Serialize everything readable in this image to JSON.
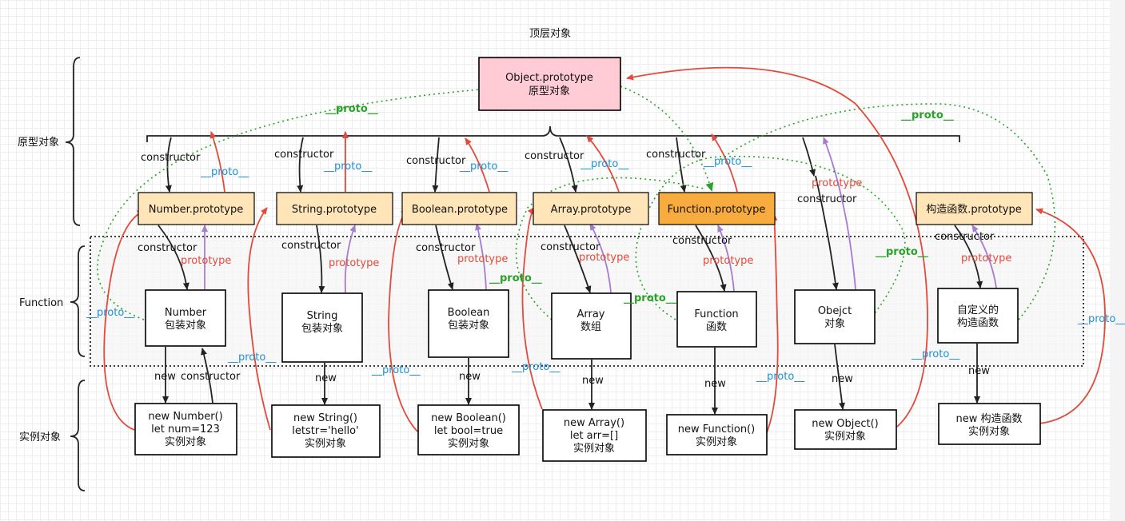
{
  "title": "顶层对象",
  "sections": {
    "prototype": "原型对象",
    "function": "Function",
    "instance": "实例对象"
  },
  "top": {
    "line1": "Object.prototype",
    "line2": "原型对象"
  },
  "prototypes": {
    "number": "Number.prototype",
    "string": "String.prototype",
    "boolean": "Boolean.prototype",
    "array": "Array.prototype",
    "function": "Function.prototype",
    "custom": "构造函数.prototype"
  },
  "functions": {
    "number": {
      "line1": "Number",
      "line2": "包装对象"
    },
    "string": {
      "line1": "String",
      "line2": "包装对象"
    },
    "boolean": {
      "line1": "Boolean",
      "line2": "包装对象"
    },
    "array": {
      "line1": "Array",
      "line2": "数组"
    },
    "function": {
      "line1": "Function",
      "line2": "函数"
    },
    "object": {
      "line1": "Obejct",
      "line2": "对象"
    },
    "custom": {
      "line1": "自定义的",
      "line2": "构造函数"
    }
  },
  "instances": {
    "number": {
      "line1": "new Number()",
      "line2": "let num=123",
      "line3": "实例对象"
    },
    "string": {
      "line1": "new String()",
      "line2": "letstr='hello'",
      "line3": "实例对象"
    },
    "boolean": {
      "line1": "new Boolean()",
      "line2": "let bool=true",
      "line3": "实例对象"
    },
    "array": {
      "line1": "new Array()",
      "line2": "let arr=[]",
      "line3": "实例对象"
    },
    "function": {
      "line1": "new Function()",
      "line2": "实例对象"
    },
    "object": {
      "line1": "new Object()",
      "line2": "实例对象"
    },
    "custom": {
      "line1": "new 构造函数",
      "line2": "实例对象"
    }
  },
  "edge_labels": {
    "constructor": "constructor",
    "proto": "__proto__",
    "prototype": "prototype",
    "new": "new"
  },
  "colors": {
    "black_arrow": "#222222",
    "red_arrow": "#e24a3b",
    "purple_arrow": "#a77bd0",
    "green_dotted": "#2aa12a",
    "blue_label": "#1e90d6",
    "top_box_fill": "#ffccd5",
    "prototype_box_fill": "#ffe5b8",
    "function_prototype_fill": "#f8ac3e"
  }
}
